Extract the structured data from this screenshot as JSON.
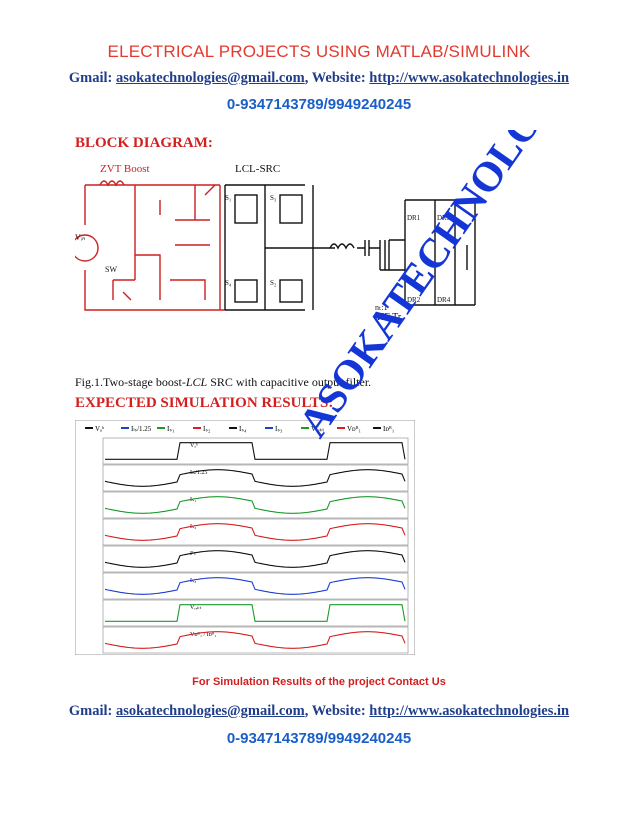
{
  "header": {
    "title": "ELECTRICAL PROJECTS USING MATLAB/SIMULINK",
    "gmail_label": "Gmail:",
    "gmail_value": "asokatechnologies@gmail.com",
    "website_label": "Website:",
    "website_value": "http://www.asokatechnologies.in",
    "phone": "0-9347143789/9949240245"
  },
  "block_diagram": {
    "heading": "BLOCK DIAGRAM:",
    "labels": {
      "zvt_boost": "ZVT Boost",
      "lcl_src": "LCL-SRC",
      "hf_tr": "HF Tr",
      "ratio": "nₜ:1",
      "sw": "SW",
      "vin": "Vᵢₙ",
      "dr1": "DR1",
      "dr2": "DR2",
      "dr3": "DR3",
      "dr4": "DR4",
      "s1": "S₁",
      "s2": "S₂",
      "s3": "S₃",
      "s4": "S₄"
    },
    "caption_prefix": "Fig.1.Two-stage boost-",
    "caption_italic": "LCL",
    "caption_suffix": " SRC with capacitive output filter."
  },
  "simulation": {
    "heading": "EXPECTED SIMULATION RESULTS:",
    "legend": [
      "Vₐᵇ",
      "Iₗₛ/1.25",
      "Iₛ₁",
      "Iₛ₂",
      "Iₛ₄",
      "Iₛ₃",
      "Vᵣₑₖₜ",
      "Vᴅᴿ₁",
      "Iᴅᴿ₁"
    ],
    "panel_labels": [
      "Vₐᵇ",
      "Iₗₛ/1.25",
      "Iₛ₁",
      "Iₛ₂",
      "Iᴸₜ",
      "Iₛ₃",
      "Vᵣₑₖₜ",
      "Vᴅᴿ₁ / Iᴅᴿ₁"
    ],
    "colors": {
      "black": "#111111",
      "blue": "#1f3fd1",
      "green": "#1a9b2a",
      "red": "#d52020"
    }
  },
  "footer": {
    "contact_us": "For Simulation Results of the project Contact Us",
    "gmail_label": "Gmail:",
    "gmail_value": "asokatechnologies@gmail.com",
    "website_label": "Website:",
    "website_value": "http://www.asokatechnologies.in",
    "phone": "0-9347143789/9949240245"
  },
  "watermark": {
    "text": "ASOKATECHNOLOGIES",
    "color": "#1536d6"
  }
}
